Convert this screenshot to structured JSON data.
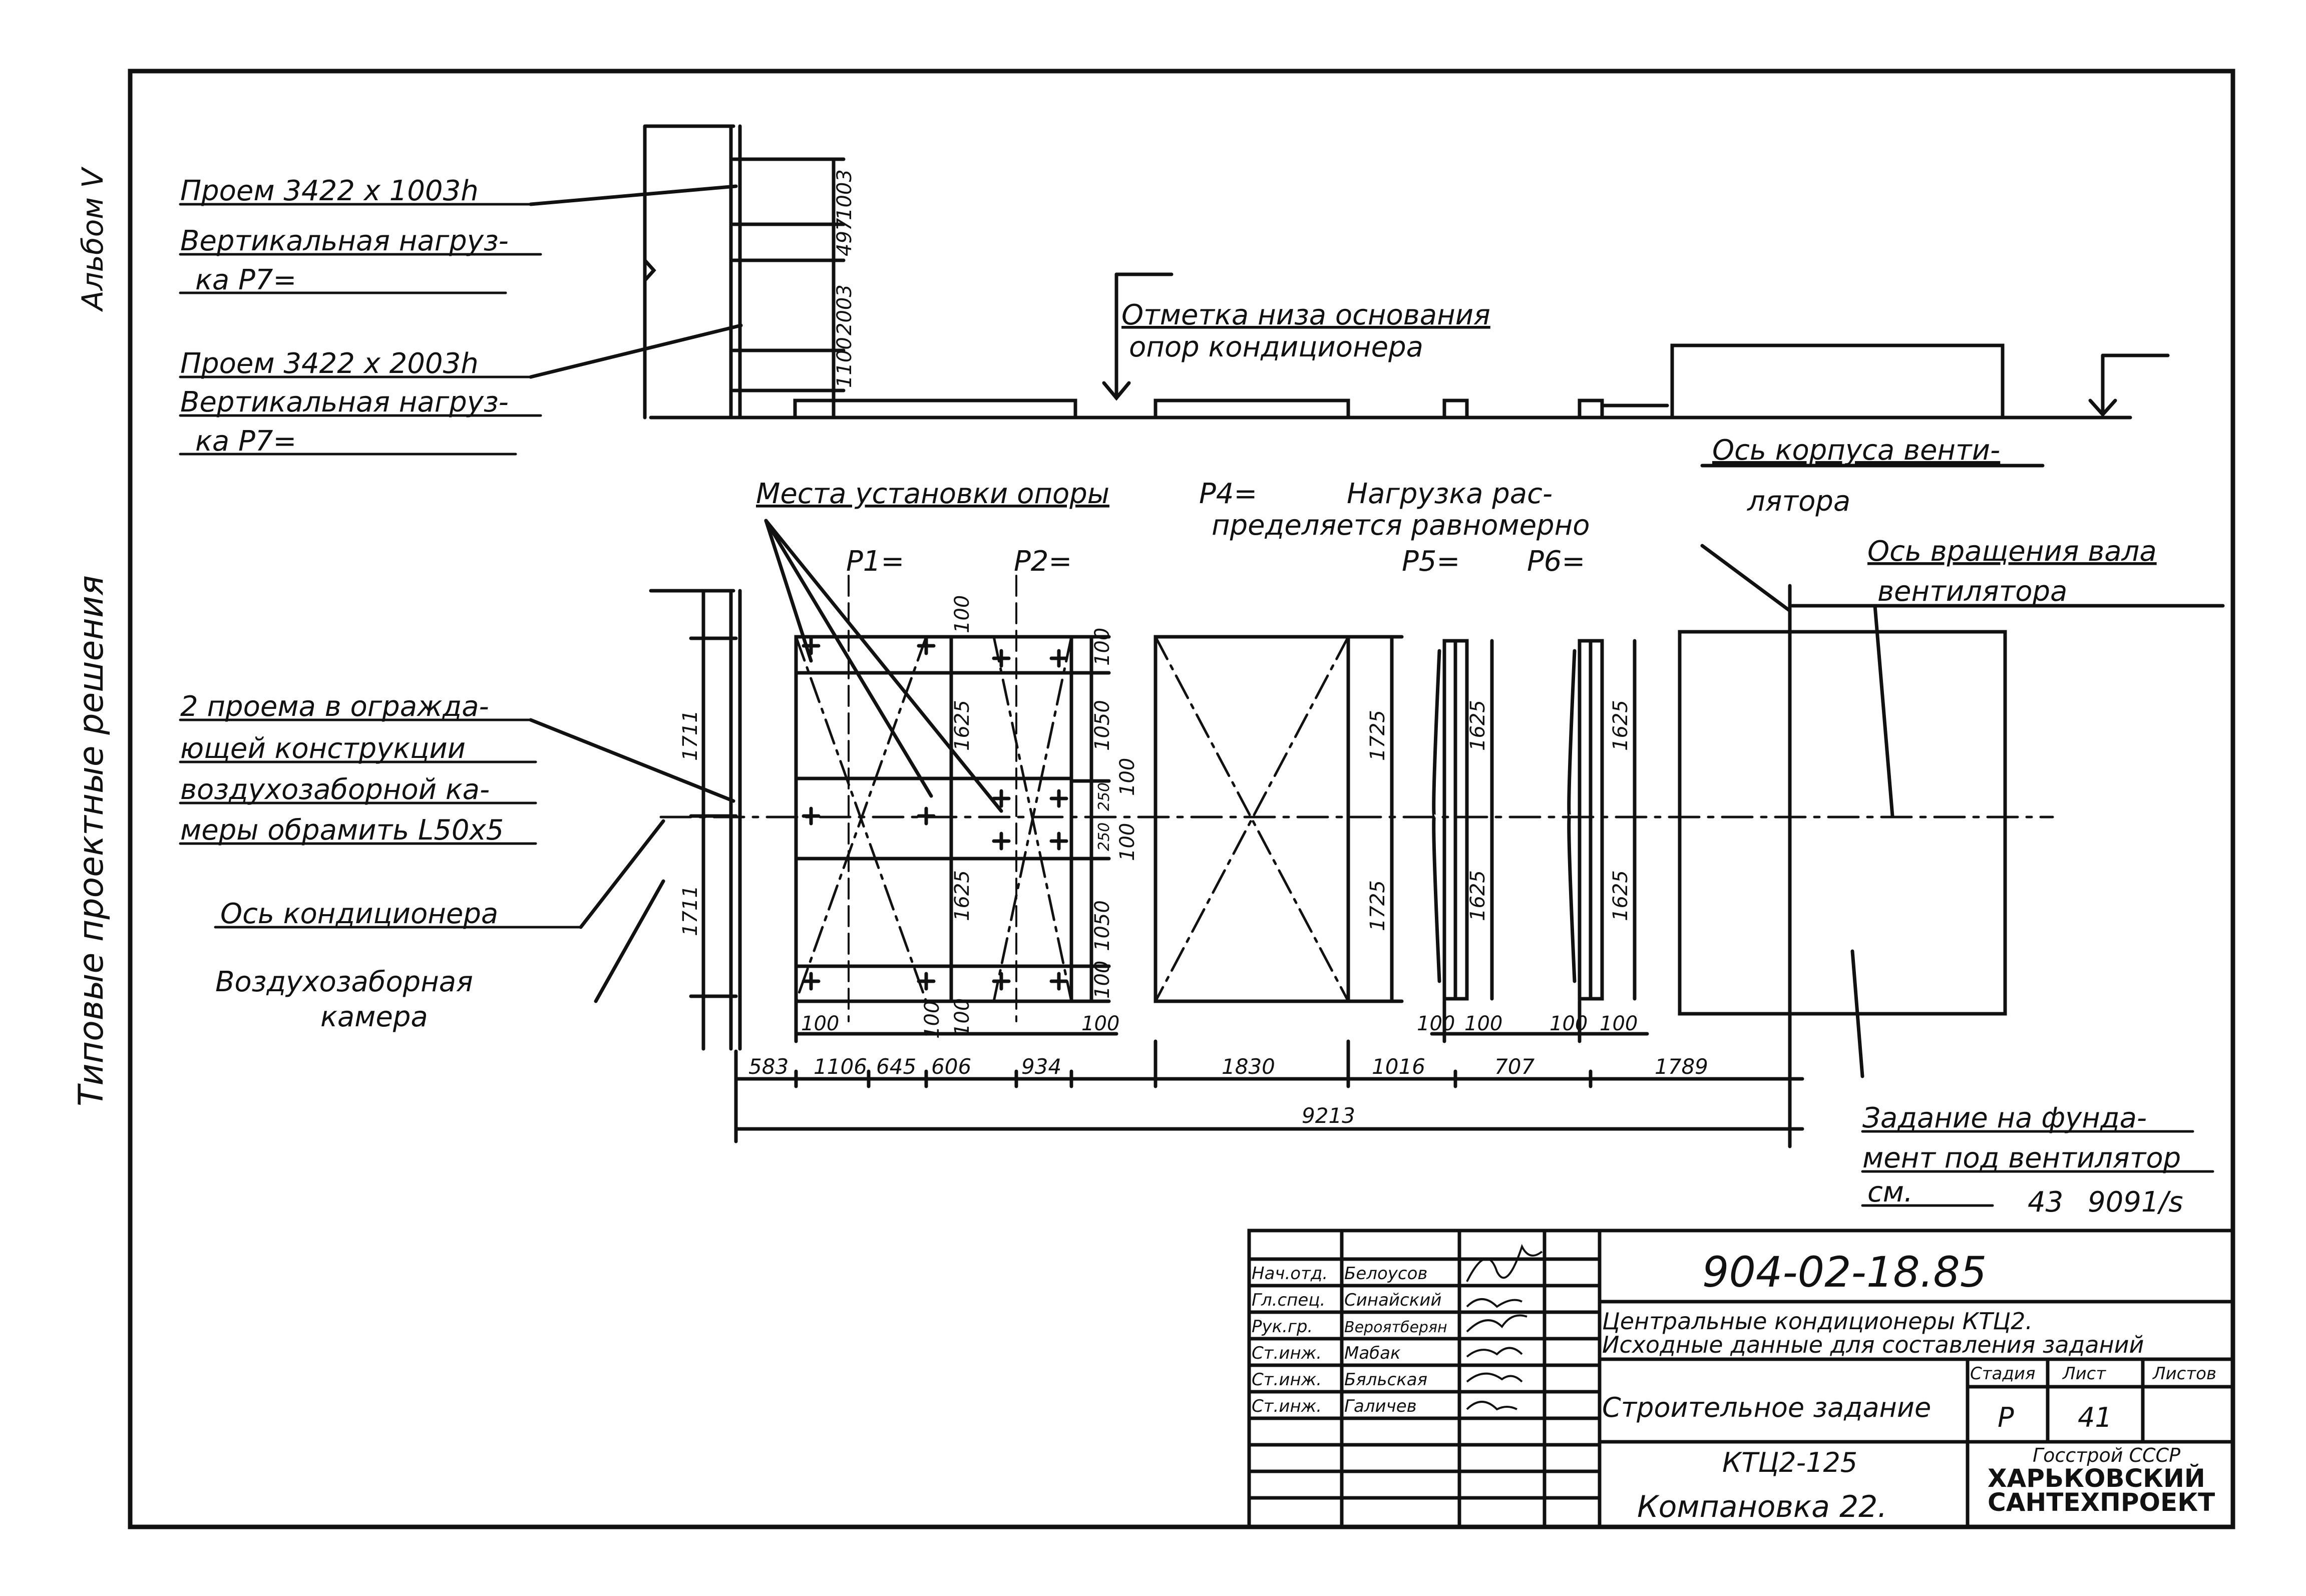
{
  "side": {
    "album": "Альбом V",
    "series": "Типовые проектные решения"
  },
  "callouts": {
    "opening1_l1": "Проем 3422 х 1003h",
    "opening1_l2": "Вертикальная нагруз-",
    "opening1_l3": "ка P7=",
    "opening2_l1": "Проем 3422 х 2003h",
    "opening2_l2": "Вертикальная нагруз-",
    "opening2_l3": "ка P7=",
    "mark_l1": "Отметка низа основания",
    "mark_l2": "опор кондиционера",
    "fan_axis_l1": "Ось корпуса венти-",
    "fan_axis_l2": "лятора",
    "shaft_l1": "Ось вращения вала",
    "shaft_l2": "вентилятора",
    "supports": "Места установки опоры",
    "p4": "P4=",
    "load_l1": "Нагрузка рас-",
    "load_l2": "пределяется равномерно",
    "p1": "P1=",
    "p2": "P2=",
    "p5": "P5=",
    "p6": "P6=",
    "frame_l1": "2 проема в огражда-",
    "frame_l2": "ющей конструкции",
    "frame_l3": "воздухозаборной ка-",
    "frame_l4": "меры обрамить L50х5",
    "ac_axis": "Ось кондиционера",
    "chamber_l1": "Воздухозаборная",
    "chamber_l2": "камера",
    "task_l1": "Задание на фунда-",
    "task_l2": "мент под вентилятор",
    "task_l3": "см.",
    "ref_sheet": "43",
    "ref_doc": "9091/s"
  },
  "elevation_dims": [
    "1003",
    "497",
    "2003",
    "1100"
  ],
  "plan_dims": {
    "left_upper": "1711",
    "left_lower": "1711",
    "d100a": "100",
    "d1625a": "1625",
    "d1625b": "1625",
    "d100b": "100",
    "d1050a": "1050",
    "d100c": "100",
    "d250": "250",
    "d250b": "250",
    "d100d": "100",
    "d1050b": "1050",
    "d100e": "100",
    "d100f": "100",
    "d100g": "100",
    "d100h": "100",
    "d1725a": "1725",
    "d1725b": "1725",
    "d1625c": "1625",
    "d1625d": "1625",
    "d1625e": "1625",
    "d1625f": "1625",
    "b100a": "100",
    "b100b": "100",
    "b100c": "100",
    "b100d": "100"
  },
  "bottom_dims": {
    "chain": [
      "583",
      "1106",
      "645",
      "606",
      "934",
      "1830",
      "1016",
      "707",
      "1789"
    ],
    "total": "9213"
  },
  "title_block": {
    "designation": "904-02-18.85",
    "title_l1": "Центральные кондиционеры КТЦ2.",
    "title_l2": "Исходные данные для составления заданий",
    "sheet_name": "Строительное задание",
    "stage_hdr": "Стадия",
    "sheet_hdr": "Лист",
    "sheets_hdr": "Листов",
    "stage": "Р",
    "sheet": "41",
    "model": "КТЦ2-125",
    "layout": "Компановка 22.",
    "org_l1": "Госстрой СССР",
    "org_l2": "ХАРЬКОВСКИЙ",
    "org_l3": "САНТЕХПРОЕКТ",
    "staff": [
      {
        "role": "Нач.отд.",
        "name": "Белоусов"
      },
      {
        "role": "Гл.спец.",
        "name": "Синайский"
      },
      {
        "role": "Рук.гр.",
        "name": "Вероятберян"
      },
      {
        "role": "Ст.инж.",
        "name": "Мабак"
      },
      {
        "role": "Ст.инж.",
        "name": "Бяльская"
      },
      {
        "role": "Ст.инж.",
        "name": "Галичев"
      }
    ]
  }
}
